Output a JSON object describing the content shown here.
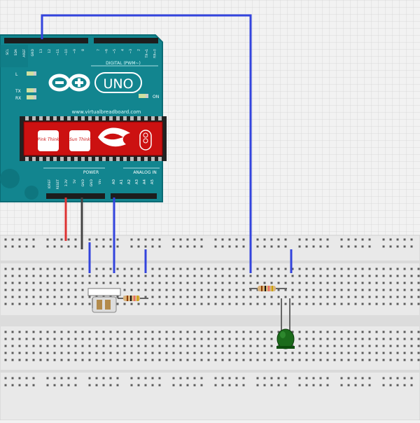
{
  "board": {
    "digital_pins": [
      "SCL",
      "SDA",
      "AREF",
      "GND",
      "13",
      "12",
      "~11",
      "~10",
      "~9",
      "8",
      "7",
      "~6",
      "~5",
      "4",
      "~3",
      "2",
      "TX→1",
      "RX←0"
    ],
    "digital_label": "DIGITAL (PWM~)",
    "led_labels": [
      "L",
      "TX",
      "RX",
      "ON"
    ],
    "model": "UNO",
    "website": "www.virtualbreadboard.com",
    "chip_logos": [
      "Pink Think",
      "Sun Think"
    ],
    "power_label": "POWER",
    "analog_label": "ANALOG IN",
    "power_pins": [
      "IOREF",
      "RESET",
      "3.3V",
      "5V",
      "GND",
      "GND",
      "Vin"
    ],
    "analog_pins": [
      "A0",
      "A1",
      "A2",
      "A3",
      "A4",
      "A5"
    ]
  },
  "components": {
    "resistors": [
      "resistor-1",
      "resistor-2"
    ],
    "sensor": "photoresistor",
    "led_color": "#1b6b1b"
  },
  "colors": {
    "background": "#f2f2f2",
    "grid": "#d6d6d6",
    "arduino": "#12858f",
    "arduino_dark": "#0a6b74",
    "wire_blue": "#3344dd",
    "wire_red": "#dd3333",
    "wire_black": "#444444",
    "chip_red": "#cc1111"
  }
}
